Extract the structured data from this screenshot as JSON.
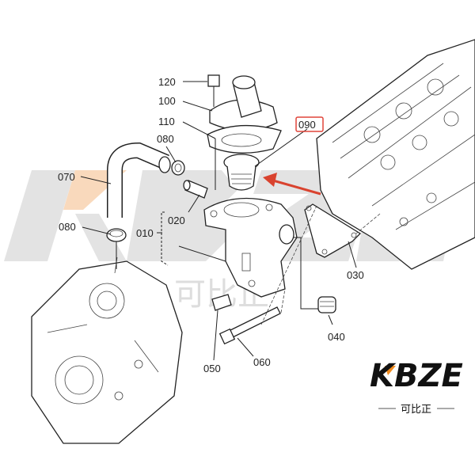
{
  "diagram": {
    "title": "Thermostat housing exploded parts diagram",
    "callouts": [
      {
        "id": "120",
        "label": "120"
      },
      {
        "id": "100",
        "label": "100"
      },
      {
        "id": "110",
        "label": "110"
      },
      {
        "id": "080a",
        "label": "080"
      },
      {
        "id": "070",
        "label": "070"
      },
      {
        "id": "090",
        "label": "090",
        "highlighted": true
      },
      {
        "id": "020",
        "label": "020"
      },
      {
        "id": "010",
        "label": "010"
      },
      {
        "id": "080b",
        "label": "080"
      },
      {
        "id": "030",
        "label": "030"
      },
      {
        "id": "050",
        "label": "050"
      },
      {
        "id": "060",
        "label": "060"
      },
      {
        "id": "040",
        "label": "040"
      }
    ],
    "highlight_color": "#e0453a",
    "arrow_color": "#d9432f"
  },
  "logo": {
    "brand": "KBZE",
    "subtitle": "可比正",
    "accent_color": "#f28c1e"
  },
  "watermark": {
    "text": "KBZE",
    "subtitle": "可比正"
  }
}
